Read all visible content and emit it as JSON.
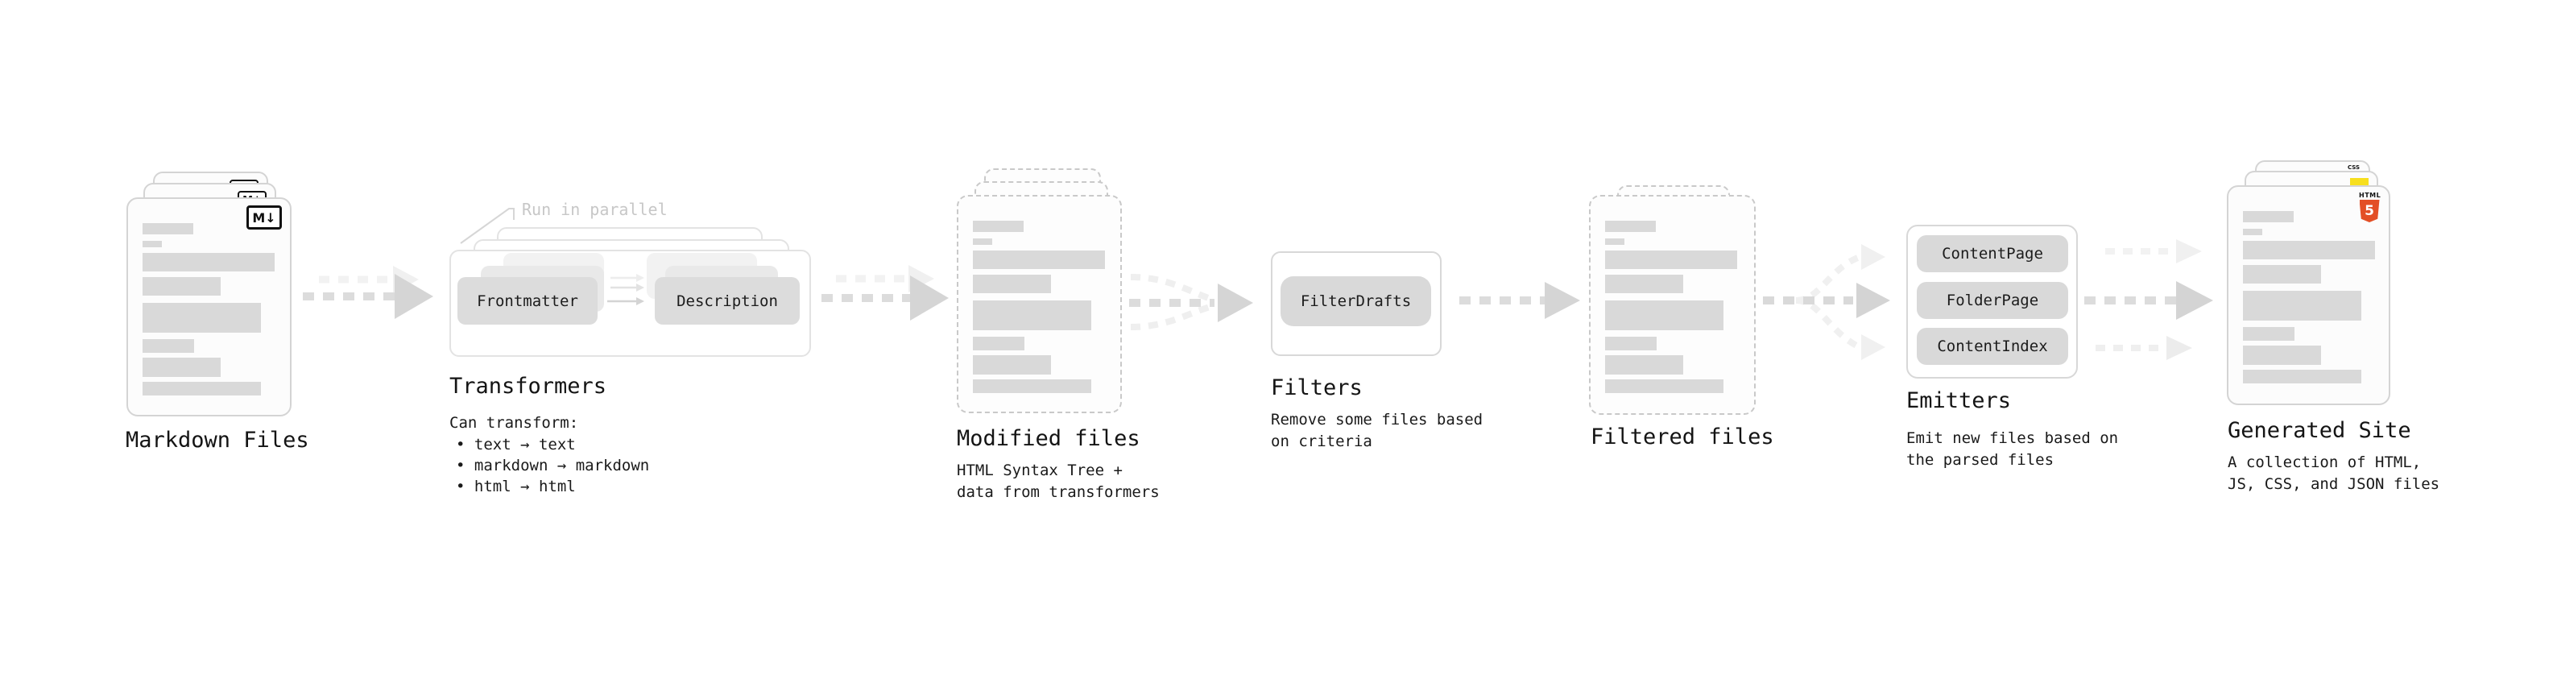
{
  "pipeline": {
    "markdown_files": {
      "label": "Markdown Files",
      "icon": "M↓"
    },
    "transformers": {
      "label": "Transformers",
      "annotation": "Run in parallel",
      "nodes": [
        "Frontmatter",
        "Description"
      ],
      "note_title": "Can transform:",
      "bullets": [
        "• text → text",
        "• markdown → markdown",
        "• html → html"
      ]
    },
    "modified_files": {
      "label": "Modified files",
      "note": "HTML Syntax Tree +\ndata from transformers"
    },
    "filters": {
      "label": "Filters",
      "nodes": [
        "FilterDrafts"
      ],
      "note": "Remove some files based\non criteria"
    },
    "filtered_files": {
      "label": "Filtered files"
    },
    "emitters": {
      "label": "Emitters",
      "nodes": [
        "ContentPage",
        "FolderPage",
        "ContentIndex"
      ],
      "note": "Emit new files based on\nthe parsed files"
    },
    "generated_site": {
      "label": "Generated Site",
      "note": "A collection of HTML,\nJS, CSS, and JSON files",
      "icons": {
        "html_word": "HTML",
        "html_number": "5",
        "css": "CSS"
      }
    }
  },
  "colors": {
    "skeleton_bar": "#d9d9d9",
    "node_fill": "#dcdcdc",
    "arrow": "#d6d6d6",
    "arrow_ghost": "#f1f1f1",
    "html5_orange": "#e34f26",
    "js_yellow": "#f7df1e",
    "css_blue": "#2d65e0"
  }
}
